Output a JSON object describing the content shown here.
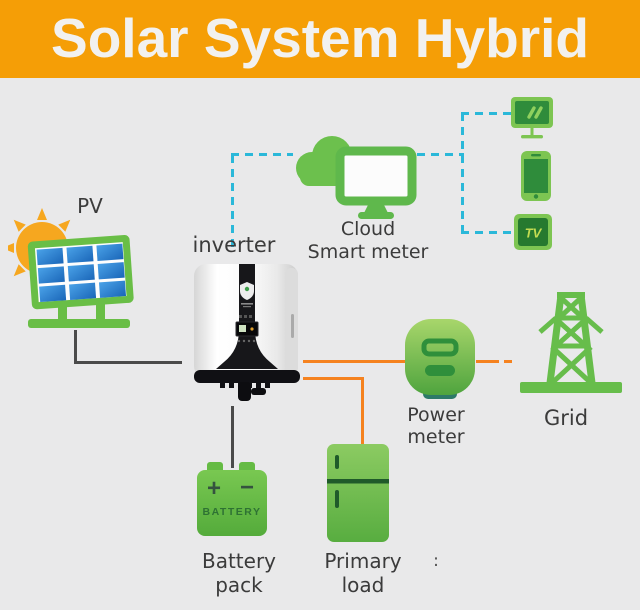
{
  "header": {
    "title": "Solar System Hybrid",
    "background_color": "#F59E06",
    "text_color": "#F2F1EF"
  },
  "labels": {
    "pv": "PV",
    "inverter": "inverter",
    "cloud_line1": "Cloud",
    "cloud_line2": "Smart meter",
    "power_meter": "Power meter",
    "grid": "Grid",
    "battery_pack": "Battery pack",
    "primary_load": "Primary load",
    "primary_load_suffix": ":"
  },
  "icon_texts": {
    "tv": "TV",
    "battery": "BATTERY",
    "plus": "+",
    "minus": "−"
  },
  "colors": {
    "background": "#E9E9EA",
    "header_orange": "#F59E06",
    "icon_green": "#6CBE45",
    "icon_light_green": "#7DC552",
    "icon_dark_green": "#2E8C3A",
    "panel_cell_blue": "#2A7FD0",
    "sun_orange": "#F6A71F",
    "line_dark_solid": "#4A4A4A",
    "line_orange_solid": "#F5821F",
    "line_teal_dashed": "#2BB8D9",
    "label_text": "#3B3B3B"
  },
  "connections": [
    {
      "from": "inverter",
      "to": "cloud-smart-meter",
      "style": "teal-dashed"
    },
    {
      "from": "cloud-smart-meter",
      "to": "display-monitor",
      "style": "teal-dashed"
    },
    {
      "from": "cloud-smart-meter",
      "to": "tv-box",
      "style": "teal-dashed"
    },
    {
      "from": "pv",
      "to": "inverter",
      "style": "dark-solid"
    },
    {
      "from": "inverter",
      "to": "battery-pack",
      "style": "dark-solid"
    },
    {
      "from": "inverter",
      "to": "power-meter",
      "style": "orange-solid"
    },
    {
      "from": "power-meter",
      "to": "grid",
      "style": "orange-solid"
    },
    {
      "from": "inverter",
      "to": "primary-load",
      "style": "orange-solid"
    }
  ]
}
